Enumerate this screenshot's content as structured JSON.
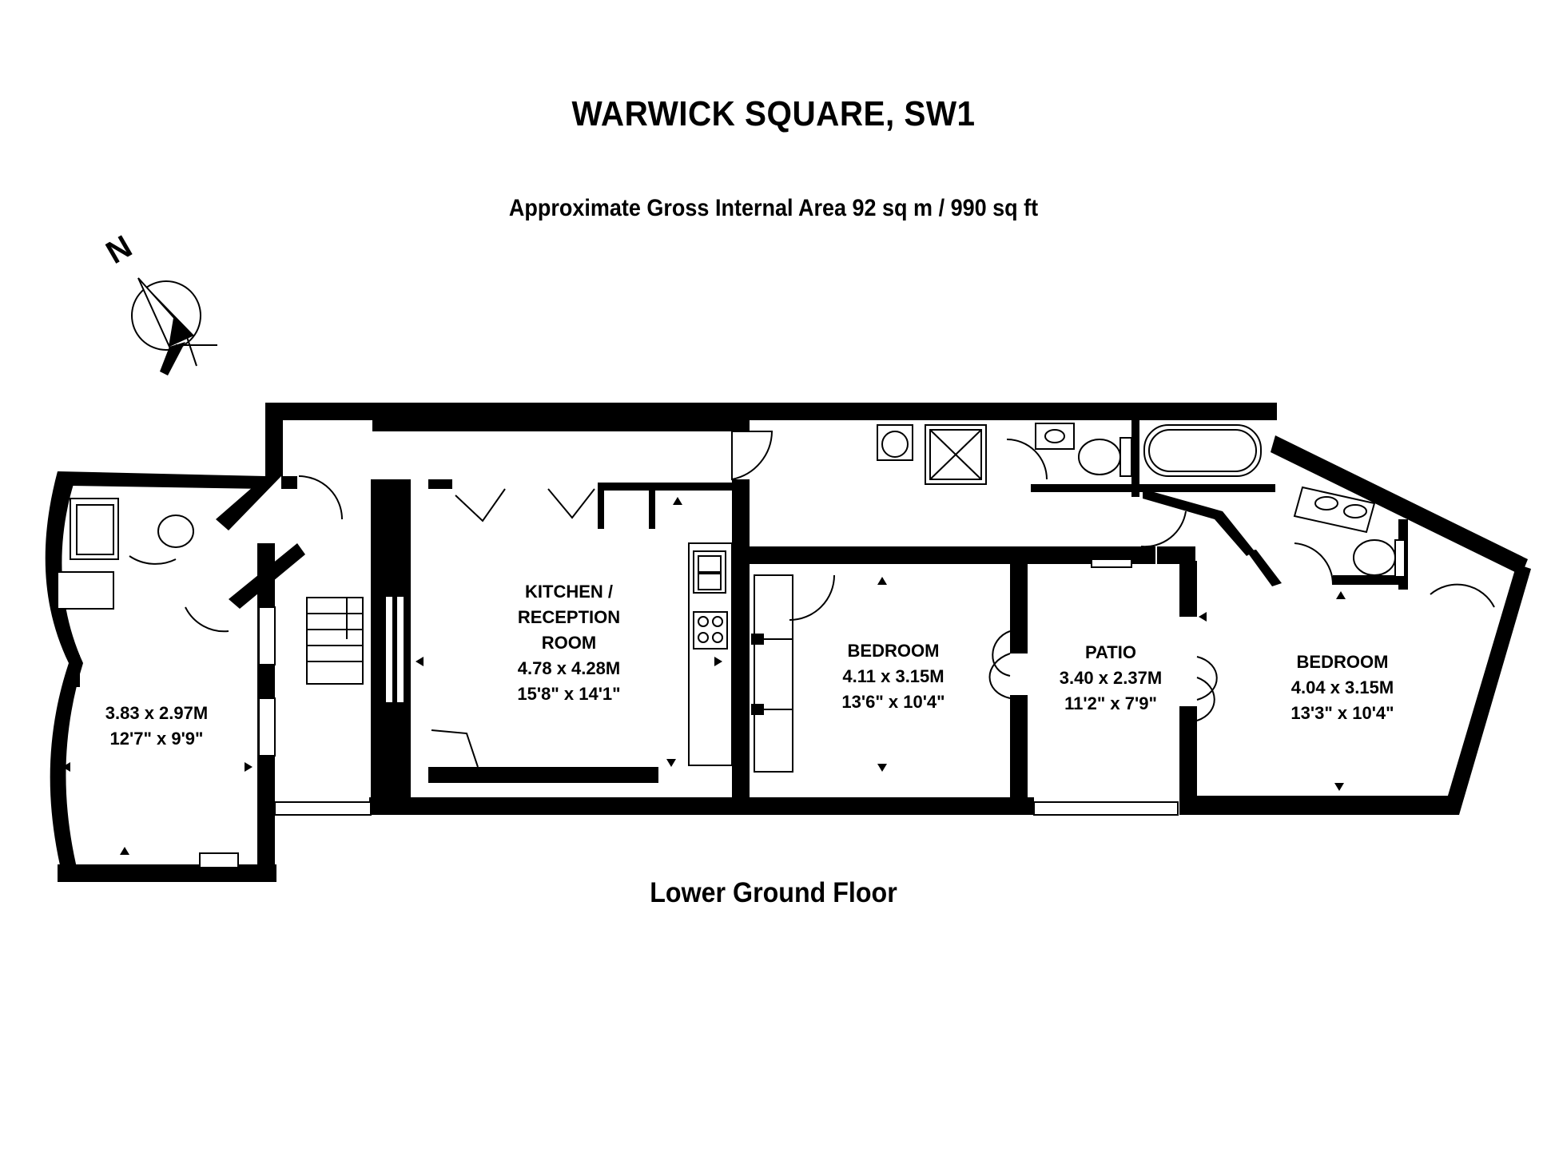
{
  "title": "WARWICK SQUARE, SW1",
  "subtitle": "Approximate Gross Internal Area 92 sq m /  990 sq ft",
  "compass": {
    "letter": "N"
  },
  "floor_label": "Lower Ground Floor",
  "rooms": {
    "left_room": {
      "metric": "3.83 x 2.97M",
      "imperial": "12'7\" x 9'9\""
    },
    "kitchen": {
      "name_line1": "KITCHEN /",
      "name_line2": "RECEPTION",
      "name_line3": "ROOM",
      "metric": "4.78 x 4.28M",
      "imperial": "15'8\" x 14'1\""
    },
    "bedroom1": {
      "name": "BEDROOM",
      "metric": "4.11 x 3.15M",
      "imperial": "13'6\" x 10'4\""
    },
    "patio": {
      "name": "PATIO",
      "metric": "3.40 x 2.37M",
      "imperial": "11'2\" x 7'9\""
    },
    "bedroom2": {
      "name": "BEDROOM",
      "metric": "4.04 x 3.15M",
      "imperial": "13'3\" x 10'4\""
    }
  }
}
